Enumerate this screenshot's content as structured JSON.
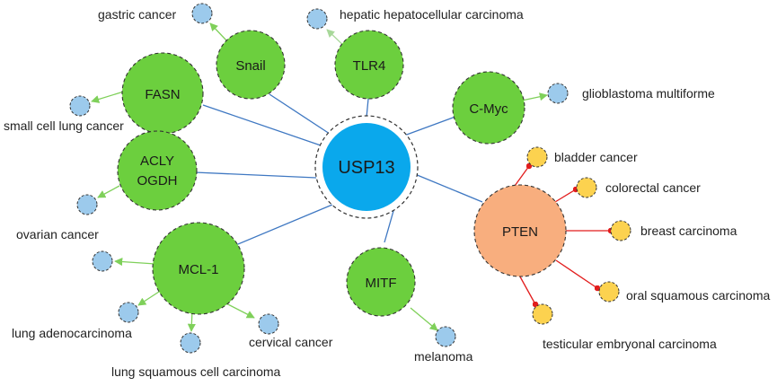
{
  "hub": {
    "label": "USP13"
  },
  "colors": {
    "hub_fill": "#0aa8ec",
    "target_fill": "#6ccf3e",
    "pten_fill": "#f8ae7e",
    "disease_blue": "#9ccaec",
    "disease_yellow": "#fcd24f",
    "blue_edge": "#3f78c2",
    "green_edge": "#7fd05a",
    "red_edge": "#e21c1c"
  },
  "targets": {
    "snail": "Snail",
    "tlr4": "TLR4",
    "fasn": "FASN",
    "cmyc": "C-Myc",
    "acly": "ACLY",
    "ogdh": "OGDH",
    "mcl1": "MCL-1",
    "mitf": "MITF",
    "pten": "PTEN"
  },
  "diseases": {
    "gastric": "gastric cancer",
    "hepatic": "hepatic hepatocellular carcinoma",
    "small_cell_lung": "small cell lung cancer",
    "glioblastoma": "glioblastoma multiforme",
    "ovarian": "ovarian cancer",
    "lung_adeno": "lung adenocarcinoma",
    "lung_squamous": "lung squamous cell carcinoma",
    "cervical": "cervical cancer",
    "melanoma": "melanoma",
    "bladder": "bladder cancer",
    "colorectal": "colorectal cancer",
    "breast": "breast carcinoma",
    "oral": "oral squamous carcinoma",
    "testicular": "testicular embryonal carcinoma"
  }
}
